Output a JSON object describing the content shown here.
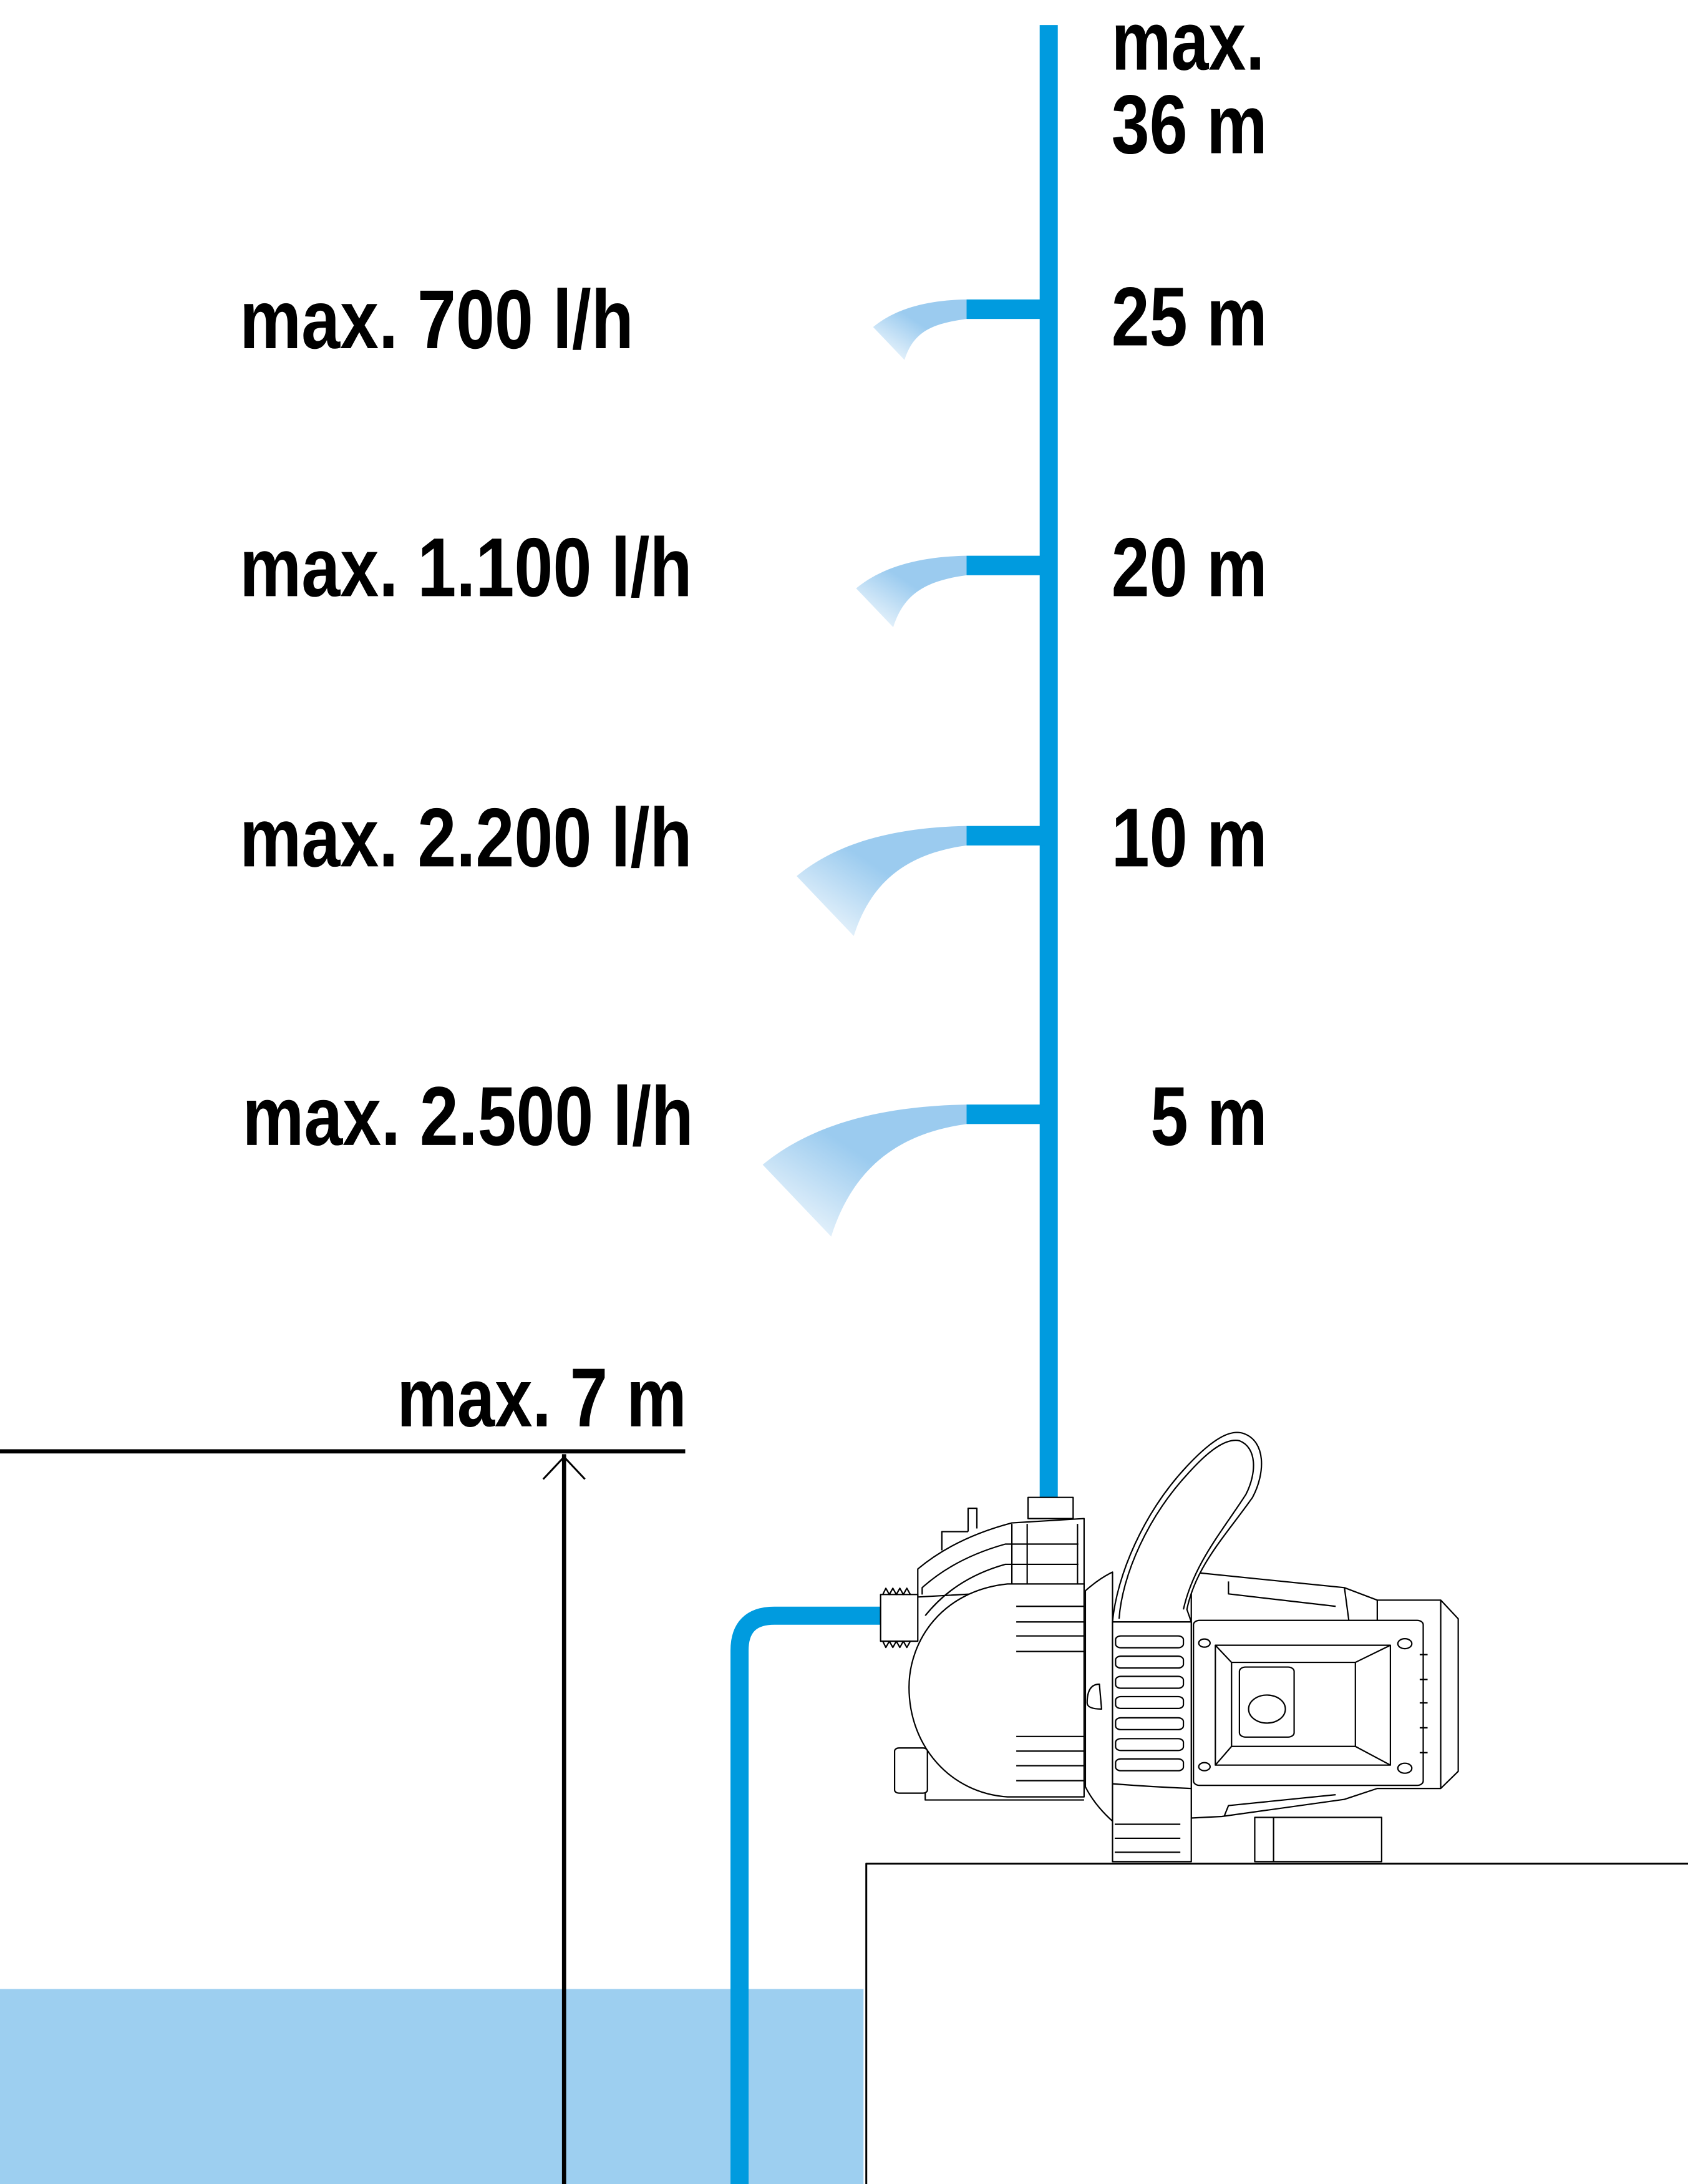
{
  "diagram": {
    "flow_levels": [
      {
        "flow": "max. 700 l/h",
        "head": "25 m"
      },
      {
        "flow": "max. 1.100 l/h",
        "head": "20 m"
      },
      {
        "flow": "max. 2.200 l/h",
        "head": "10 m"
      },
      {
        "flow": "max. 2.500 l/h",
        "head": "5 m"
      }
    ],
    "max_head": {
      "line1": "max.",
      "line2": "36 m"
    },
    "max_suction": "max. 7 m"
  },
  "colors": {
    "pipe": "#009BDF",
    "spray": "#9BCBEF",
    "water": "#9DCFF0",
    "outline": "#000000"
  }
}
